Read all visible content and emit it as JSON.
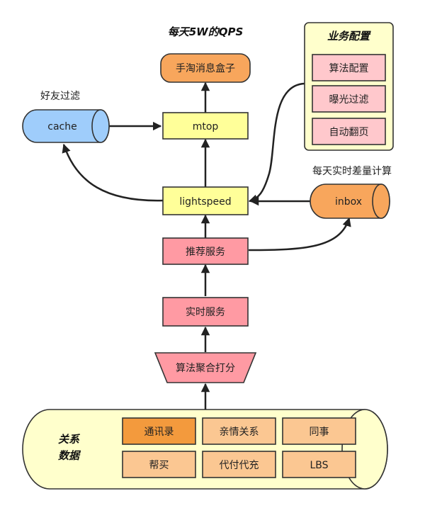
{
  "captions": {
    "qps": "每天5W的QPS",
    "friend_filter": "好友过滤",
    "realtime_diff": "每天实时差量计算"
  },
  "nodes": {
    "taobao_box": "手淘消息盒子",
    "mtop": "mtop",
    "cache": "cache",
    "lightspeed": "lightspeed",
    "inbox": "inbox",
    "recommend": "推荐服务",
    "realtime": "实时服务",
    "aggregate": "算法聚合打分"
  },
  "business_config": {
    "title": "业务配置",
    "items": [
      "算法配置",
      "曝光过滤",
      "自动翻页"
    ]
  },
  "relation_data": {
    "title_line1": "关系",
    "title_line2": "数据",
    "items": [
      "通讯录",
      "亲情关系",
      "同事",
      "帮买",
      "代付代充",
      "LBS"
    ]
  },
  "colors": {
    "orange": "#f8a65c",
    "yellow": "#ffff99",
    "blue": "#9fcdfb",
    "pink": "#ff9aa3",
    "light_pink": "#ffc8cc",
    "pale_yellow": "#ffffcc",
    "rel_orange_dark": "#f39a3d",
    "rel_orange_light": "#fbc792"
  }
}
